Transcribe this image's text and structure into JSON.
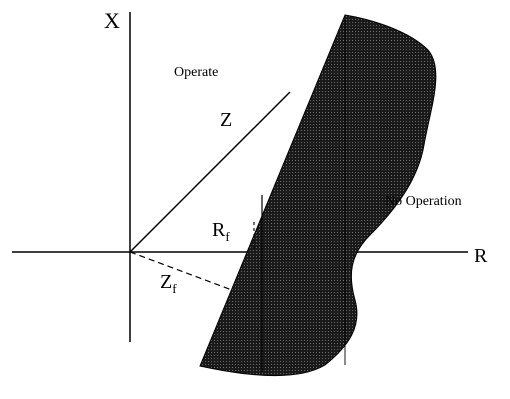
{
  "axes": {
    "x_label": "X",
    "r_label": "R"
  },
  "regions": {
    "operate": "Operate",
    "no_operation": "No Operation"
  },
  "vectors": {
    "z_label": "Z",
    "rf_label_main": "R",
    "rf_label_sub": "f",
    "zf_label_main": "Z",
    "zf_label_sub": "f"
  },
  "colors": {
    "ink": "#000000",
    "paper": "#ffffff",
    "hatch_fill": "#111111"
  }
}
